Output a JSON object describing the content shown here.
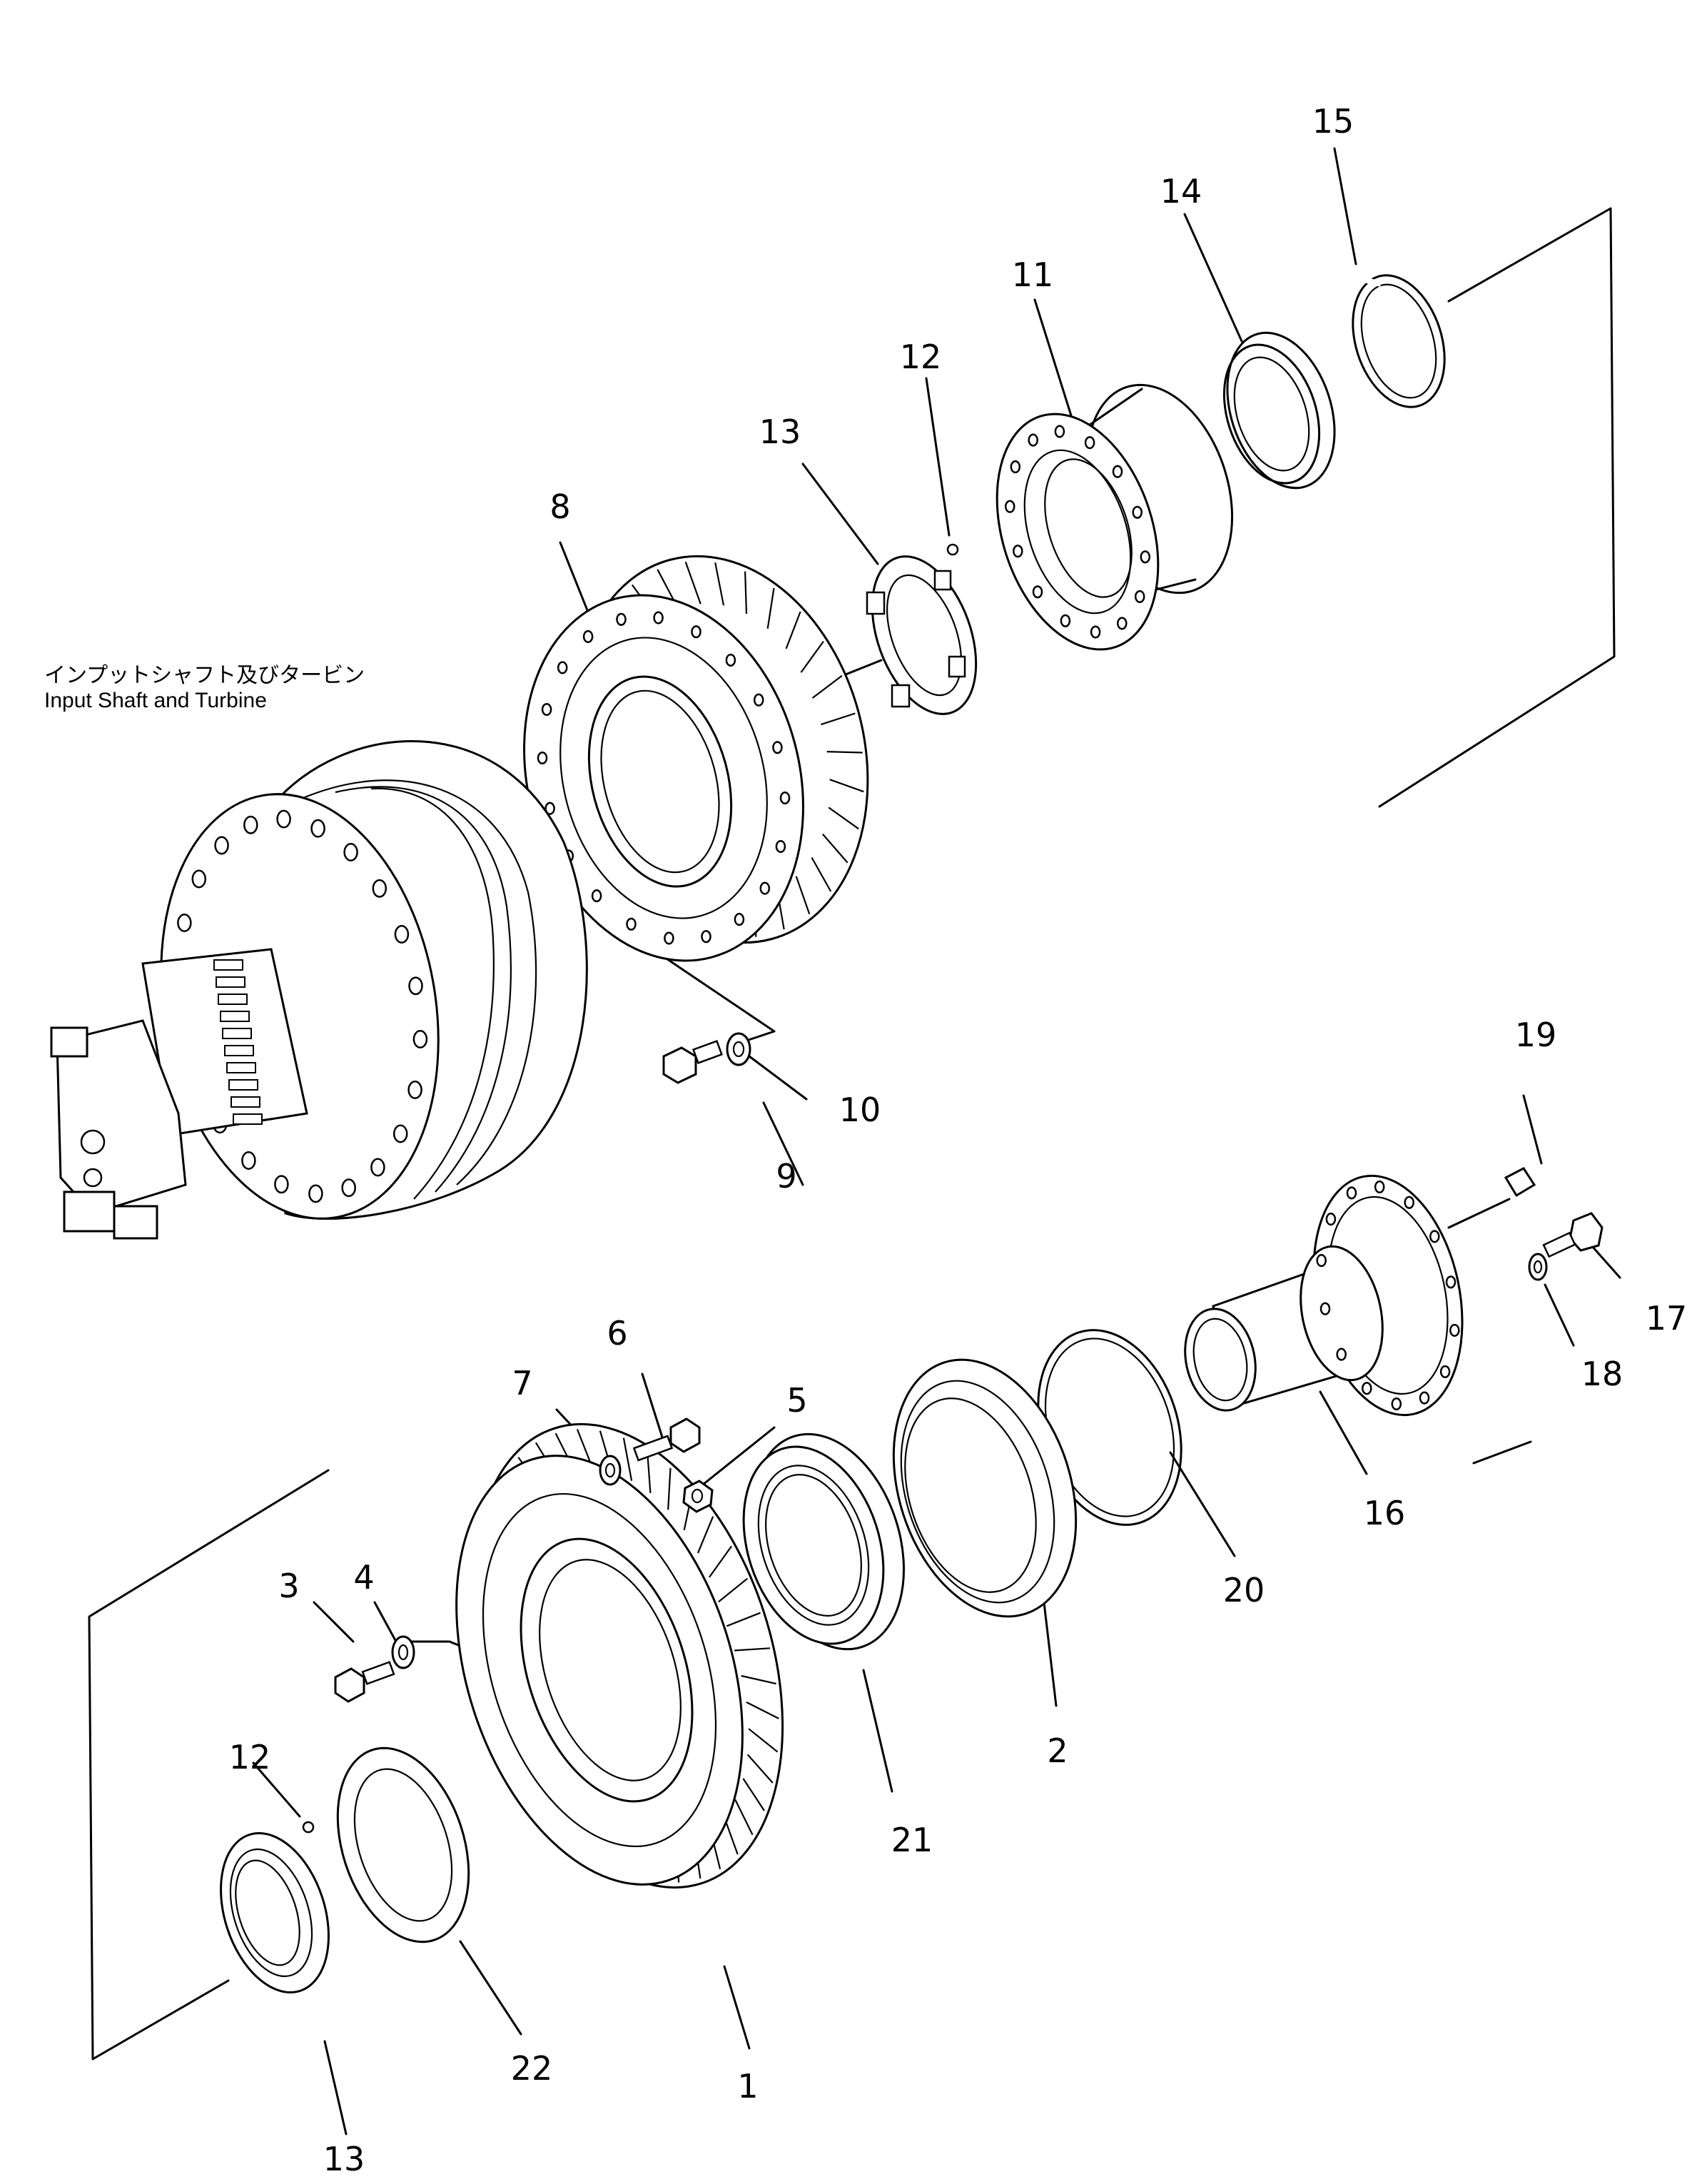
{
  "caption": {
    "jp": "インプットシャフト及びタービン",
    "en": "Input Shaft and Turbine"
  },
  "callouts": [
    {
      "id": "15a",
      "text": "15"
    },
    {
      "id": "14a",
      "text": "14"
    },
    {
      "id": "11a",
      "text": "11"
    },
    {
      "id": "12a",
      "text": "12"
    },
    {
      "id": "13a",
      "text": "13"
    },
    {
      "id": "8a",
      "text": "8"
    },
    {
      "id": "10a",
      "text": "10"
    },
    {
      "id": "9a",
      "text": "9"
    },
    {
      "id": "19a",
      "text": "19"
    },
    {
      "id": "17a",
      "text": "17"
    },
    {
      "id": "18a",
      "text": "18"
    },
    {
      "id": "16a",
      "text": "16"
    },
    {
      "id": "6a",
      "text": "6"
    },
    {
      "id": "7a",
      "text": "7"
    },
    {
      "id": "5a",
      "text": "5"
    },
    {
      "id": "3a",
      "text": "3"
    },
    {
      "id": "4a",
      "text": "4"
    },
    {
      "id": "20a",
      "text": "20"
    },
    {
      "id": "2a",
      "text": "2"
    },
    {
      "id": "21a",
      "text": "21"
    },
    {
      "id": "12b",
      "text": "12"
    },
    {
      "id": "22a",
      "text": "22"
    },
    {
      "id": "1a",
      "text": "1"
    },
    {
      "id": "13b",
      "text": "13"
    }
  ]
}
